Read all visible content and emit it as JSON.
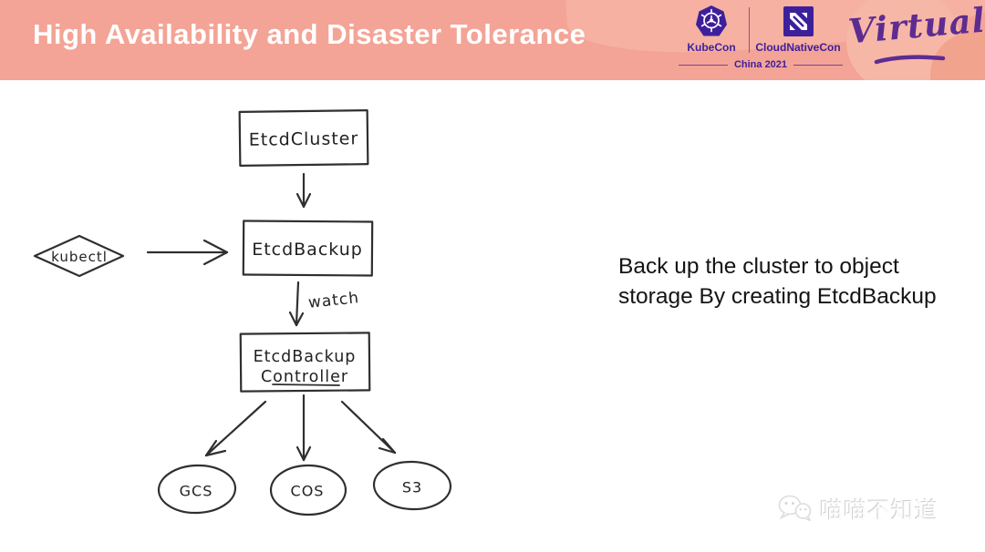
{
  "header": {
    "title": "High Availability and Disaster Tolerance",
    "bg_color": "#f3a496",
    "title_color": "#ffffff",
    "logos": {
      "kubecon": "KubeCon",
      "cloudnativecon": "CloudNativeCon",
      "event": "China 2021",
      "virtual": "Virtual",
      "logo_color": "#3e1f9b",
      "virtual_color": "#5e2c91"
    }
  },
  "diagram": {
    "stroke_color": "#2f2f2f",
    "nodes": {
      "etcd_cluster": "EtcdCluster",
      "kubectl": "kubectl",
      "etcd_backup": "EtcdBackup",
      "controller_line1": "EtcdBackup",
      "controller_line2": "Controller",
      "gcs": "GCS",
      "cos": "COS",
      "s3": "S3"
    },
    "edge_labels": {
      "watch": "watch"
    }
  },
  "annotation": {
    "line1": "Back up the cluster to object",
    "line2": "storage By creating EtcdBackup"
  },
  "watermark": {
    "text": "喵喵不知道",
    "icon": "wechat-icon",
    "color": "#e0e0e0"
  }
}
